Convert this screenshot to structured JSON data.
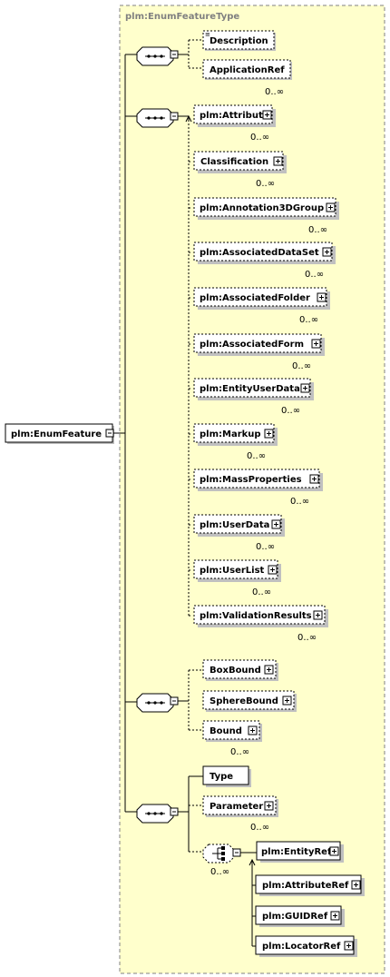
{
  "type_title": "plm:EnumFeatureType",
  "root": {
    "label": "plm:EnumFeature"
  },
  "group1": [
    {
      "label": "Description",
      "occurs": ""
    },
    {
      "label": "ApplicationRef",
      "occurs": "0..∞"
    }
  ],
  "group2": [
    {
      "label": "plm:Attribute",
      "occurs": "0..∞"
    },
    {
      "label": "Classification",
      "occurs": "0..∞"
    },
    {
      "label": "plm:Annotation3DGroup",
      "occurs": "0..∞"
    },
    {
      "label": "plm:AssociatedDataSet",
      "occurs": "0..∞"
    },
    {
      "label": "plm:AssociatedFolder",
      "occurs": "0..∞"
    },
    {
      "label": "plm:AssociatedForm",
      "occurs": "0..∞"
    },
    {
      "label": "plm:EntityUserData",
      "occurs": "0..∞"
    },
    {
      "label": "plm:Markup",
      "occurs": "0..∞"
    },
    {
      "label": "plm:MassProperties",
      "occurs": "0..∞"
    },
    {
      "label": "plm:UserData",
      "occurs": "0..∞"
    },
    {
      "label": "plm:UserList",
      "occurs": "0..∞"
    },
    {
      "label": "plm:ValidationResults",
      "occurs": "0..∞"
    }
  ],
  "group3": [
    {
      "label": "BoxBound",
      "occurs": ""
    },
    {
      "label": "SphereBound",
      "occurs": ""
    },
    {
      "label": "Bound",
      "occurs": "0..∞"
    }
  ],
  "group4": [
    {
      "label": "Type",
      "occurs": ""
    },
    {
      "label": "Parameter",
      "occurs": "0..∞"
    }
  ],
  "choice": {
    "occurs": "0..∞"
  },
  "entity_ref": {
    "label": "plm:EntityRef"
  },
  "refs": [
    {
      "label": "plm:AttributeRef"
    },
    {
      "label": "plm:GUIDRef"
    },
    {
      "label": "plm:LocatorRef"
    }
  ]
}
